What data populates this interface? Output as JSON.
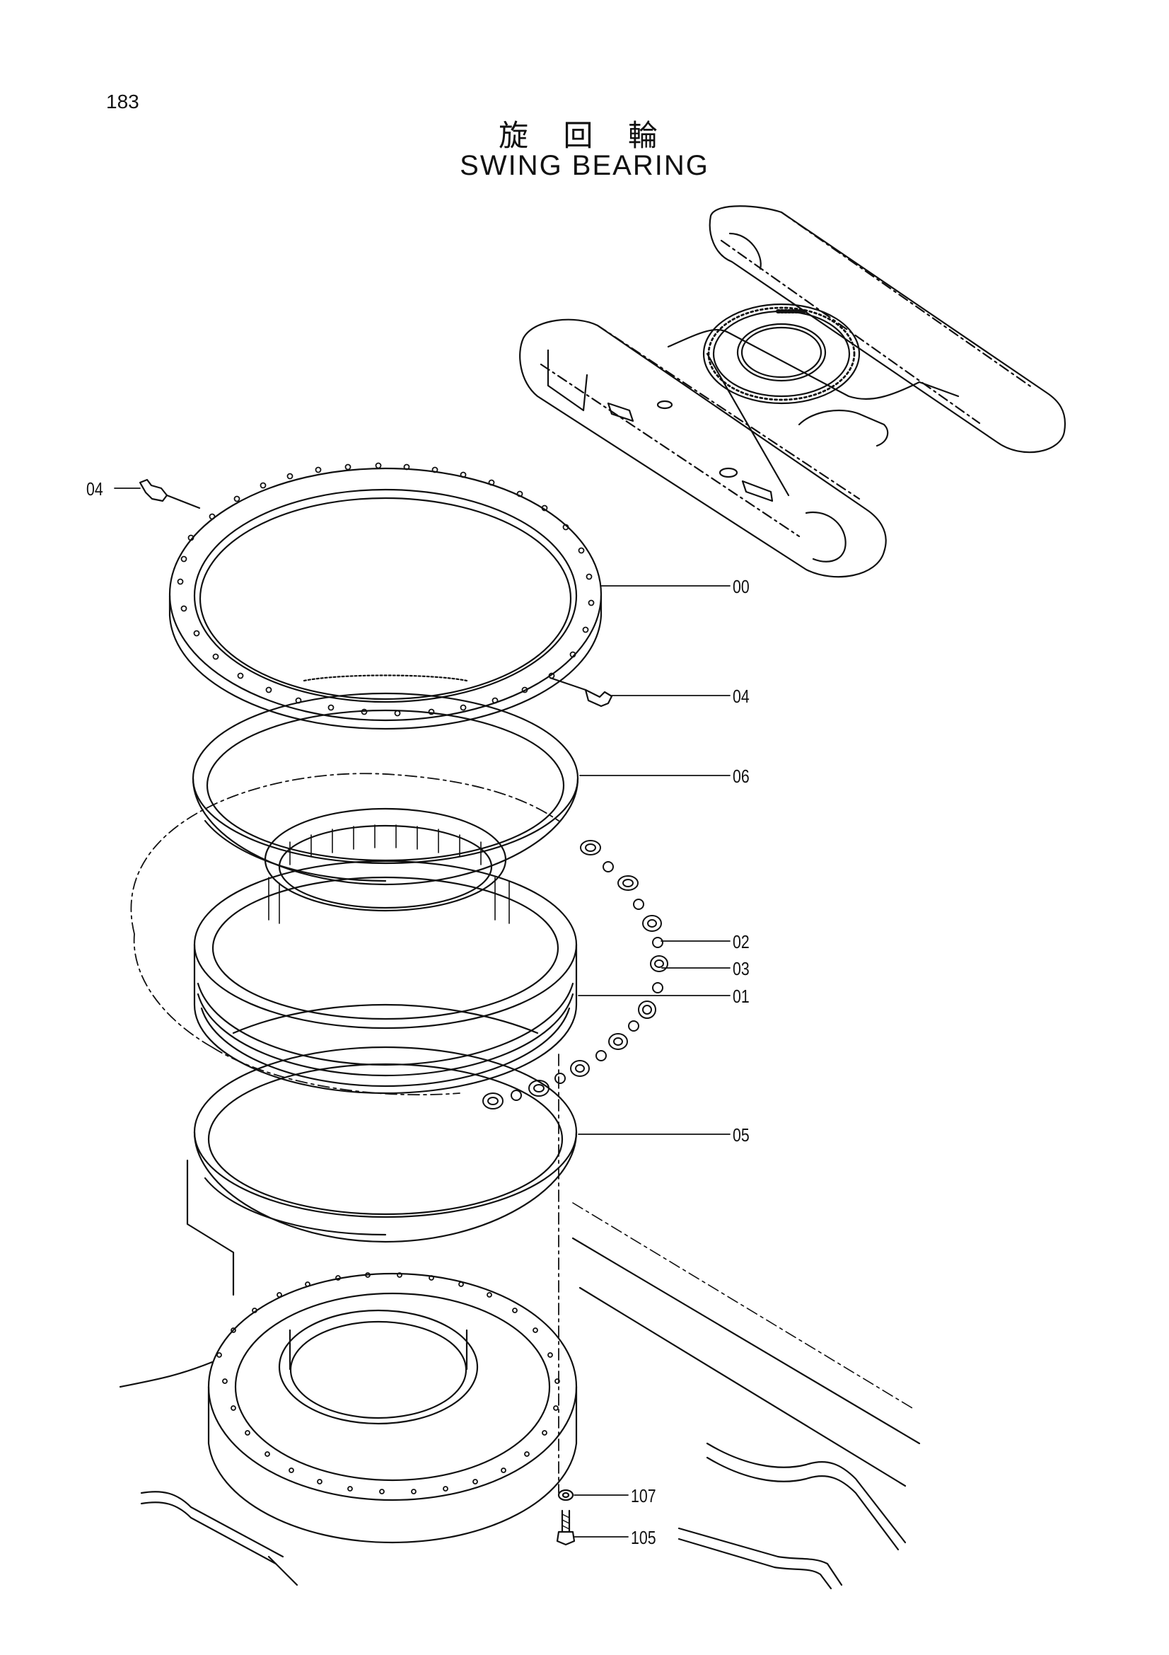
{
  "page": {
    "number": "183"
  },
  "title": {
    "jp": "旋 回 輪",
    "en": "SWING  BEARING"
  },
  "callouts": [
    {
      "id": "c-04-top",
      "label": "04"
    },
    {
      "id": "c-00",
      "label": "00"
    },
    {
      "id": "c-04-right",
      "label": "04"
    },
    {
      "id": "c-06",
      "label": "06"
    },
    {
      "id": "c-02",
      "label": "02"
    },
    {
      "id": "c-03",
      "label": "03"
    },
    {
      "id": "c-01",
      "label": "01"
    },
    {
      "id": "c-05",
      "label": "05"
    },
    {
      "id": "c-107",
      "label": "107"
    },
    {
      "id": "c-105",
      "label": "105"
    }
  ]
}
